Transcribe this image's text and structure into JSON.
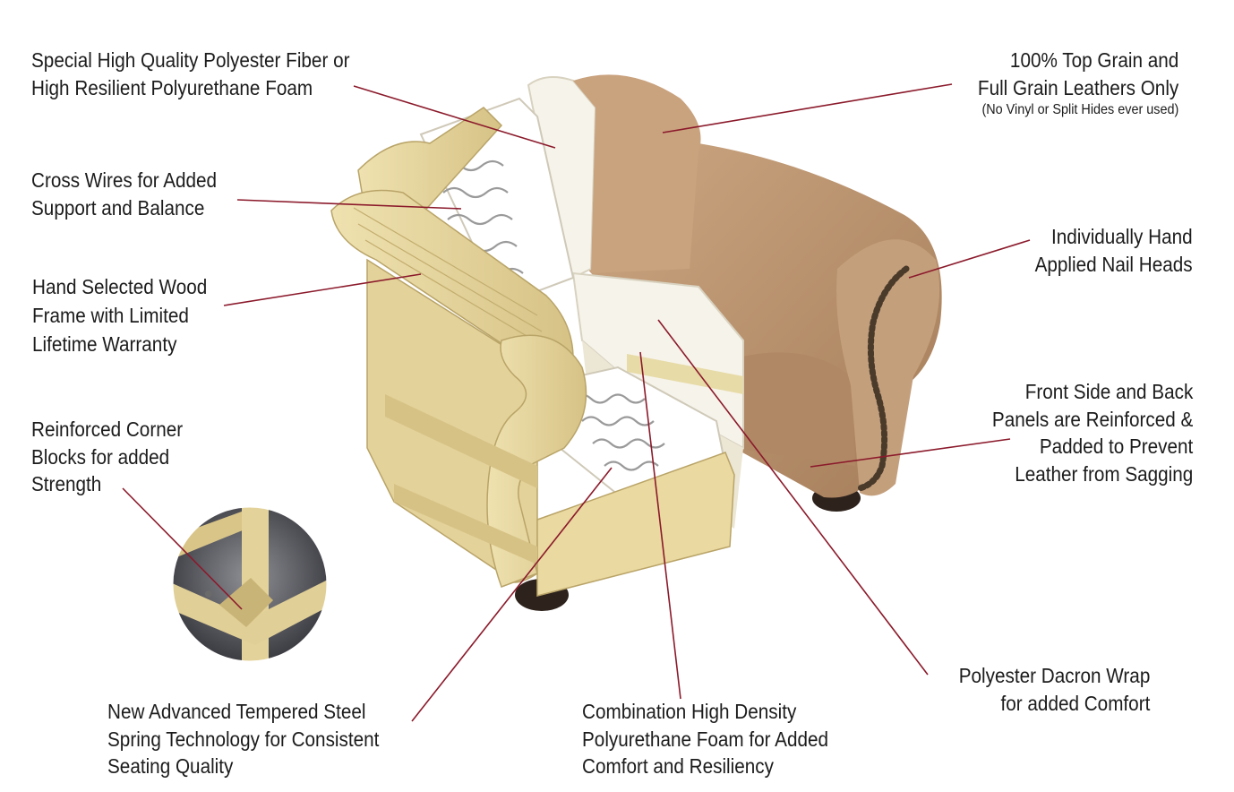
{
  "callouts": {
    "polyester_fiber": {
      "lines": [
        "Special High Quality Polyester Fiber or",
        "High Resilient Polyurethane Foam"
      ]
    },
    "leather": {
      "lines": [
        "100% Top Grain and",
        "Full Grain Leathers Only"
      ],
      "note": "(No Vinyl or Split Hides ever used)"
    },
    "cross_wires": {
      "lines": [
        "Cross Wires for Added",
        "Support and Balance"
      ]
    },
    "nail_heads": {
      "lines": [
        "Individually Hand",
        "Applied Nail Heads"
      ]
    },
    "wood_frame": {
      "lines": [
        "Hand Selected Wood",
        "Frame with Limited",
        "Lifetime Warranty"
      ]
    },
    "panels": {
      "lines": [
        "Front Side and Back",
        "Panels are Reinforced &",
        "Padded to Prevent",
        "Leather from Sagging"
      ]
    },
    "corner_blocks": {
      "lines": [
        "Reinforced Corner",
        "Blocks for added",
        "Strength"
      ]
    },
    "dacron_wrap": {
      "lines": [
        "Polyester Dacron Wrap",
        "for added Comfort"
      ]
    },
    "steel_spring": {
      "lines": [
        "New Advanced Tempered Steel",
        "Spring Technology for Consistent",
        "Seating Quality"
      ]
    },
    "hd_foam": {
      "lines": [
        "Combination High Density",
        "Polyurethane Foam for Added",
        "Comfort and Resiliency"
      ]
    }
  },
  "colors": {
    "leader_line": "#8b1a2b",
    "leather": "#c29c78",
    "leather_shadow": "#9c7656",
    "wood": "#e8d9a2",
    "wood_dark": "#c9b477",
    "foam": "#f6f3ea",
    "nail": "#4a3a2a",
    "foot": "#2d221c",
    "text": "#1c1c1c"
  }
}
